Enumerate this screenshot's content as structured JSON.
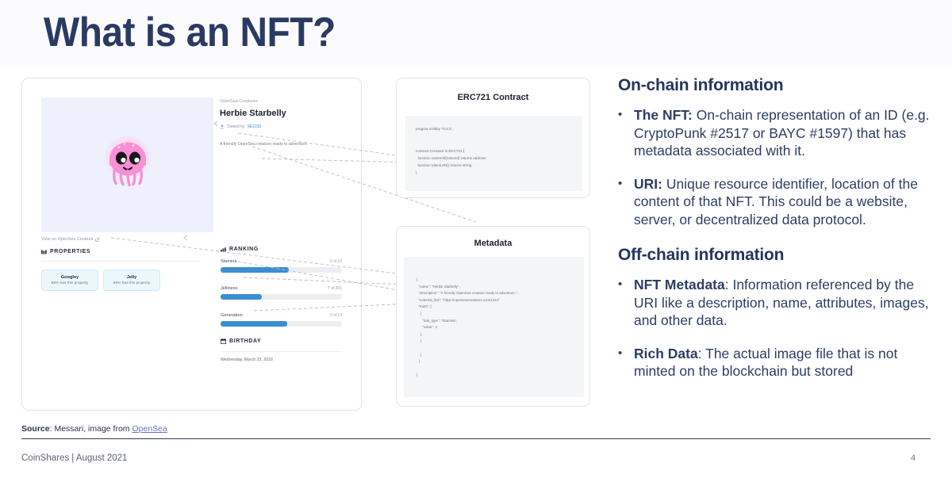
{
  "slide": {
    "title": "What is an NFT?",
    "page_number": "4",
    "footer": "CoinShares | August 2021",
    "source_prefix": "Source",
    "source_text": ": Messari, image from ",
    "source_link": "OpenSea",
    "colors": {
      "title_navy": "#2a3a63",
      "body_navy": "#2c3e63",
      "link_purple": "#6a6fd4",
      "bar_blue": "#3b8ed0",
      "prop_card_bg": "#ebf7fb"
    }
  },
  "opensea_panel": {
    "collection": "OpenSea Creatures",
    "name": "Herbie Starbelly",
    "owner_prefix": "Owned by",
    "owner": "SE2233",
    "description": "A friendly OpenSea creature ready to adventure",
    "view_link": "View on OpenSea Creature",
    "properties_heading": "PROPERTIES",
    "properties": [
      {
        "name": "Googley",
        "pct": "98% has this property"
      },
      {
        "name": "Jelly",
        "pct": "98% has this property"
      }
    ],
    "ranking_heading": "RANKING",
    "rankings": [
      {
        "label": "Stamina",
        "count": "3 of 13",
        "fill_pct": 56
      },
      {
        "label": "Jelliness",
        "count": "7 of 201",
        "fill_pct": 34
      },
      {
        "label": "Generation",
        "count": "3 of 13",
        "fill_pct": 55
      }
    ],
    "birthday_heading": "BIRTHDAY",
    "birthday_value": "Wednesday, March 23, 2018"
  },
  "contract_panel": {
    "title": "ERC721 Contract",
    "code": "pragma solidity ^0.5.0;\n\n\ncontract Creature is ERC721 {\n  function ownerOf(tokenId) returns address\n  function tokenURI() returns string;\n}"
  },
  "metadata_panel": {
    "title": "Metadata",
    "code": "{\n  \"name\": \"Herbie Starbelly\",\n  \"description\": \"A friendly OpenSea creature ready to adventure.\",\n  \"external_link\": \"https://openseacreatures.com/1234\"\n  \"traits\": [\n    {\n      \"trait_type\": \"Stamina\",\n      \"value\": 3\n    },\n    {\n\n    }\n  ]\n\n}"
  },
  "onchain": {
    "title": "On-chain information",
    "bullets": [
      {
        "lead": "The NFT:",
        "rest": " On-chain representation of an ID (e.g. CryptoPunk #2517 or BAYC #1597) that has metadata associated with it."
      },
      {
        "lead": "URI:",
        "rest": " Unique resource identifier, location of the content of that NFT. This could be a website, server, or decentralized data protocol."
      }
    ]
  },
  "offchain": {
    "title": "Off-chain information",
    "bullets": [
      {
        "lead": "NFT Metadata",
        "rest": ": Information referenced by the URI like a description, name, attributes, images, and other data."
      },
      {
        "lead": "Rich Data",
        "rest": ": The actual image file that is not minted on the blockchain but stored"
      }
    ]
  }
}
